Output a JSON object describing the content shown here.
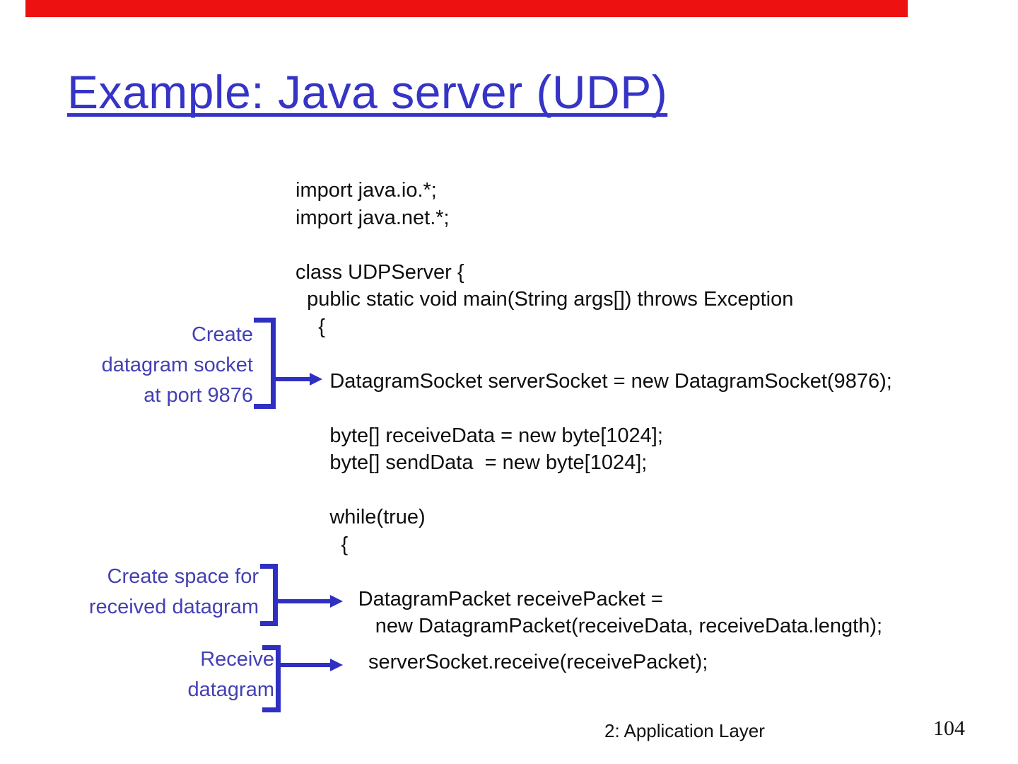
{
  "title": "Example: Java server (UDP)",
  "code": {
    "main": "import java.io.*;\nimport java.net.*;\n\nclass UDPServer {\n  public static void main(String args[]) throws Exception\n    {\n\n      DatagramSocket serverSocket = new DatagramSocket(9876);\n\n      byte[] receiveData = new byte[1024];\n      byte[] sendData  = new byte[1024];\n\n      while(true)\n        {\n\n           DatagramPacket receivePacket =\n              new DatagramPacket(receiveData, receiveData.length);",
    "receive_line": "serverSocket.receive(receivePacket);"
  },
  "annotations": [
    {
      "id": "create-datagram-socket",
      "lines": [
        "Create",
        "datagram socket",
        "at port 9876"
      ]
    },
    {
      "id": "create-space",
      "lines": [
        "Create space for",
        "received datagram"
      ]
    },
    {
      "id": "receive-datagram",
      "lines": [
        "Receive",
        "datagram"
      ]
    }
  ],
  "footer": {
    "section": "2: Application Layer",
    "page": "104"
  },
  "theme": {
    "title_blue": "#3634c6",
    "annotation_blue": "#4340b4",
    "arrow_blue": "#2f2fc2",
    "code_color": "#0e0e0e",
    "red_bar": "#ee1111"
  }
}
